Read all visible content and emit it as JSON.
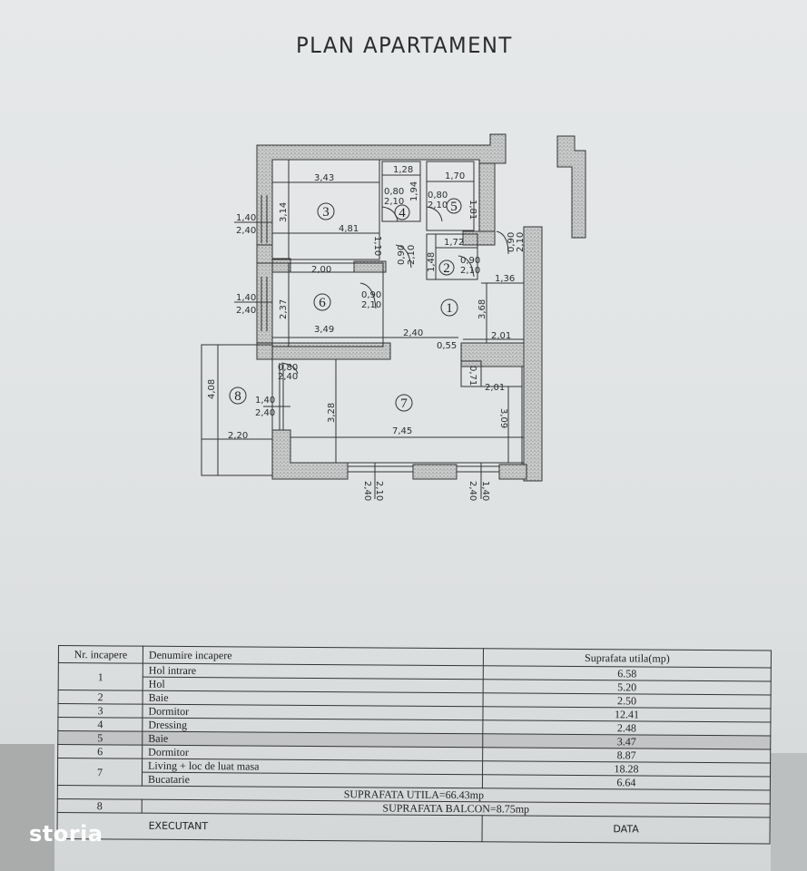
{
  "title": "PLAN APARTAMENT",
  "plan": {
    "rooms": [
      {
        "id": "1",
        "label": "1"
      },
      {
        "id": "2",
        "label": "2"
      },
      {
        "id": "3",
        "label": "3"
      },
      {
        "id": "4",
        "label": "4"
      },
      {
        "id": "5",
        "label": "5"
      },
      {
        "id": "6",
        "label": "6"
      },
      {
        "id": "7",
        "label": "7"
      },
      {
        "id": "8",
        "label": "8"
      }
    ],
    "dimensions": {
      "r3_width_top": "3,43",
      "r3_height": "3,14",
      "r3_width_mid": "4,81",
      "r3_door_w": "0,80",
      "r3_door_h": "2,10",
      "win_left_top_w": "1,40",
      "win_left_top_h": "2,40",
      "r4_width": "1,28",
      "r4_height": "1,94",
      "r5_width": "1,70",
      "r5_height": "1,81",
      "r5_door_w": "0,80",
      "r5_door_h": "2,10",
      "hall_h": "1,10",
      "hall_door_w": "0,90",
      "hall_door_h": "2,10",
      "r2_width": "1,72",
      "r2_height": "1,48",
      "r2_door_w": "0,90",
      "r2_door_h": "2,10",
      "entry_door_w": "0,90",
      "entry_door_h": "2,10",
      "r1_right_w": "1,36",
      "r1_height": "3,68",
      "r1_width": "2,40",
      "r1_step": "0,55",
      "r1_right_w2": "2,01",
      "r6_width_top": "2,00",
      "r6_height": "2,37",
      "r6_width_bottom": "3,49",
      "r6_door_w": "0,90",
      "r6_door_h": "2,10",
      "win_left_mid_w": "1,40",
      "win_left_mid_h": "2,40",
      "kitchen_h": "0,71",
      "kitchen_w": "2,01",
      "r7_height_left": "3,28",
      "r7_width": "7,45",
      "r7_height_right": "3,09",
      "balcony_door_w": "0,80",
      "balcony_door_h": "2,40",
      "r8_win_w": "1,40",
      "r8_win_h": "2,40",
      "r8_height": "4,08",
      "r8_width": "2,20",
      "bottom_win1_h": "2,40",
      "bottom_win1_w": "2,10",
      "bottom_win2_h": "2,40",
      "bottom_win2_w": "1,40"
    }
  },
  "schedule": {
    "headers": {
      "nr": "Nr. incapere",
      "name": "Denumire incapere",
      "area": "Suprafata utila(mp)"
    },
    "rows": [
      {
        "nr": "1",
        "name": "Hol intrare",
        "area": "6.58"
      },
      {
        "nr": "",
        "name": "Hol",
        "area": "5.20"
      },
      {
        "nr": "2",
        "name": "Baie",
        "area": "2.50"
      },
      {
        "nr": "3",
        "name": "Dormitor",
        "area": "12.41"
      },
      {
        "nr": "4",
        "name": "Dressing",
        "area": "2.48"
      },
      {
        "nr": "5",
        "name": "Baie",
        "area": "3.47"
      },
      {
        "nr": "6",
        "name": "Dormitor",
        "area": "8.87"
      },
      {
        "nr": "7",
        "name": "Living + loc de luat masa",
        "area": "18.28"
      },
      {
        "nr": "",
        "name": "Bucatarie",
        "area": "6.64"
      }
    ],
    "total_useful": "SUPRAFATA UTILA=66.43mp",
    "balcony_nr": "8",
    "total_balcony": "SUPRAFATA BALCON=8.75mp",
    "footer": {
      "executant": "EXECUTANT",
      "data": "DATA"
    }
  },
  "watermark": "storia"
}
